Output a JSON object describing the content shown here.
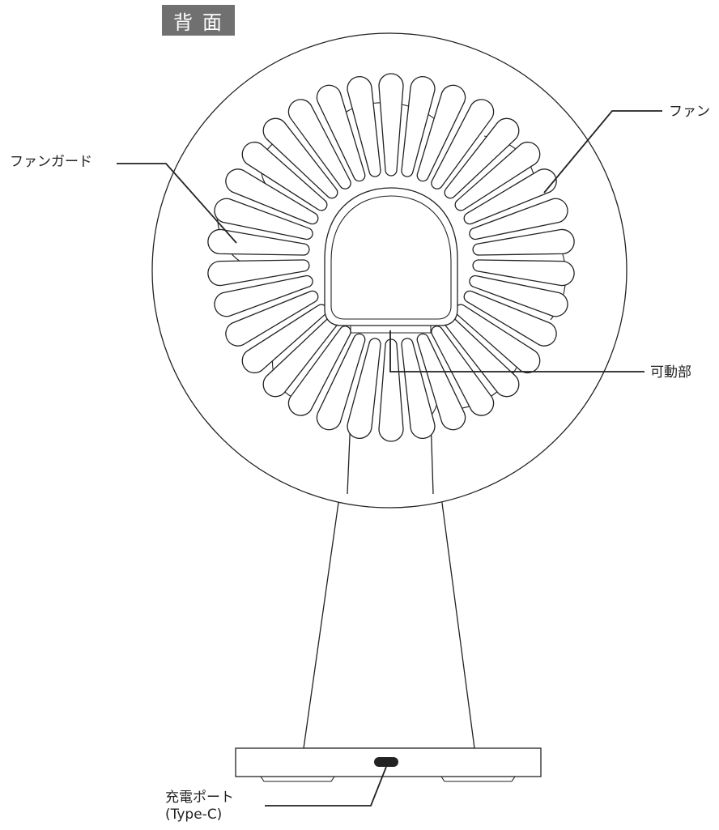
{
  "title": "背面",
  "labels": {
    "fan_guard": "ファンガード",
    "fan": "ファン",
    "pivot": "可動部",
    "charge_port": "充電ポート",
    "charge_port_type": "(Type-C)"
  },
  "colors": {
    "line": "#222222",
    "badge": "#707070",
    "port": "#222222"
  }
}
